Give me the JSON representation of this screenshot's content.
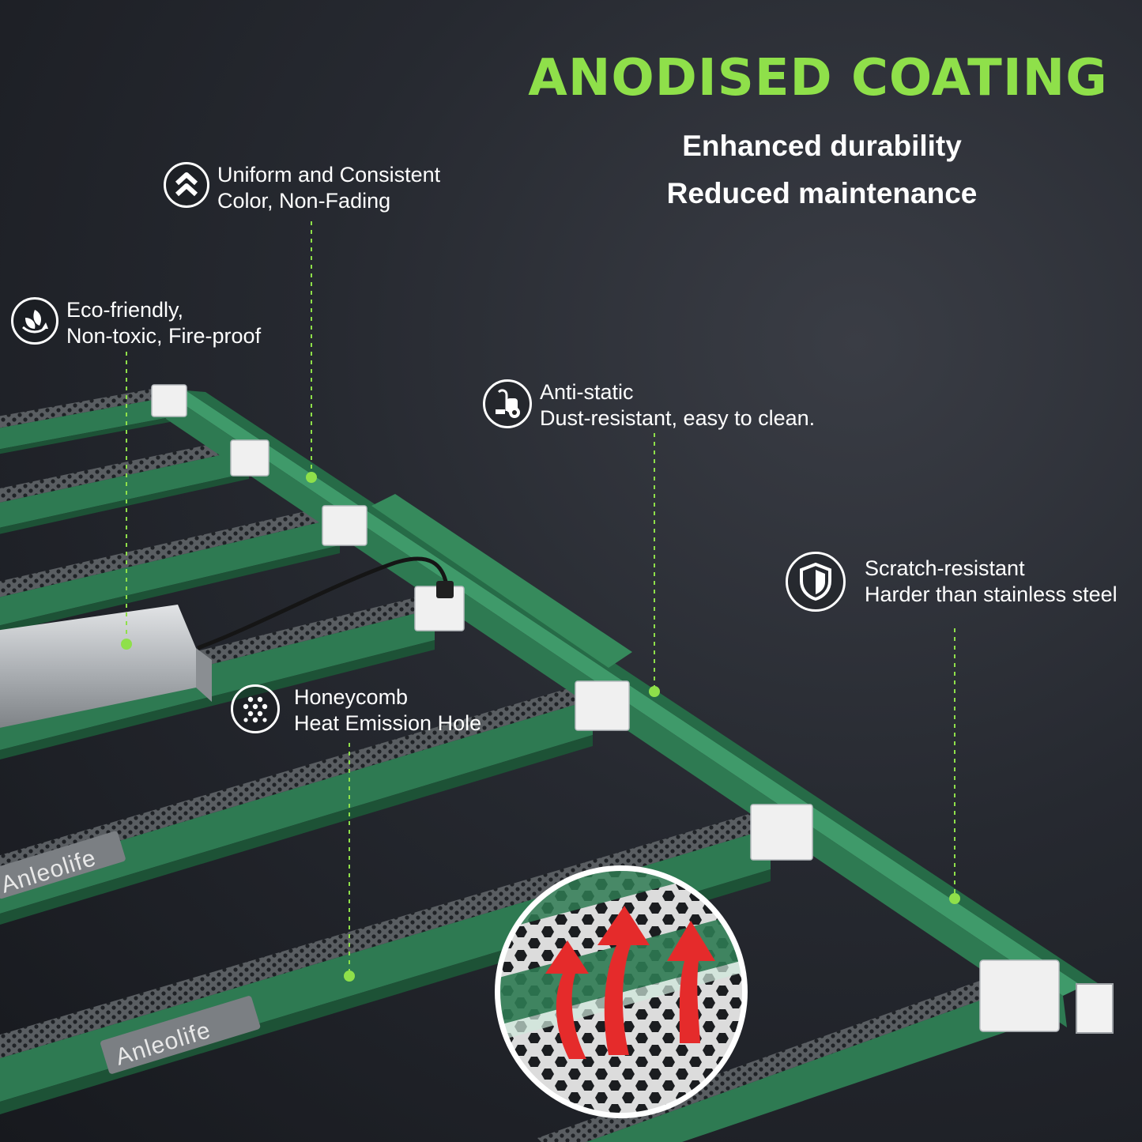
{
  "headline": "ANODISED COATING",
  "subheadlines": [
    "Enhanced durability",
    "Reduced maintenance"
  ],
  "callouts": [
    {
      "icon": "chevron-up-icon",
      "line1": "Uniform and Consistent",
      "line2": "Color, Non-Fading"
    },
    {
      "icon": "leaf-recycle-icon",
      "line1": "Eco-friendly,",
      "line2": "Non-toxic, Fire-proof"
    },
    {
      "icon": "vacuum-cleaner-icon",
      "line1": "Anti-static",
      "line2": "Dust-resistant, easy to clean."
    },
    {
      "icon": "shield-icon",
      "line1": "Scratch-resistant",
      "line2": "Harder than stainless steel"
    },
    {
      "icon": "honeycomb-dots-icon",
      "line1": "Honeycomb",
      "line2": "Heat Emission Hole"
    }
  ],
  "brand_marks": [
    "Anleolife",
    "Anleolife"
  ],
  "colors": {
    "accent_green": "#8fe04a",
    "bar_green": "#2e7a52",
    "background": "#23262c",
    "heat_arrow": "#e52b2b"
  }
}
